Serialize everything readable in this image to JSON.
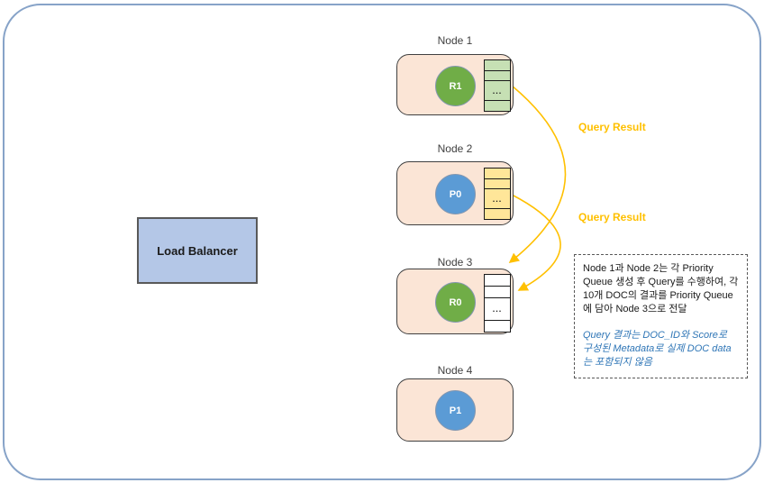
{
  "canvas": {
    "frame_border_color": "#87a3c8"
  },
  "load_balancer": {
    "label": "Load Balancer",
    "fill": "#b4c7e7"
  },
  "nodes": [
    {
      "title": "Node 1",
      "circle_label": "R1",
      "circle_color": "#70ad47",
      "queue_color": "#c6e0b4",
      "queue_dots": "...",
      "has_queue": true
    },
    {
      "title": "Node 2",
      "circle_label": "P0",
      "circle_color": "#5b9bd5",
      "queue_color": "#ffe699",
      "queue_dots": "...",
      "has_queue": true
    },
    {
      "title": "Node 3",
      "circle_label": "R0",
      "circle_color": "#70ad47",
      "queue_color": "#ffffff",
      "queue_dots": "...",
      "has_queue": true
    },
    {
      "title": "Node 4",
      "circle_label": "P1",
      "circle_color": "#5b9bd5",
      "has_queue": false
    }
  ],
  "arrows": {
    "color": "#ffc000",
    "labels": [
      "Query Result",
      "Query Result"
    ]
  },
  "note": {
    "black_text": "Node 1과 Node 2는 각 Priority Queue 생성 후 Query를 수행하여, 각 10개 DOC의 결과를 Priority Queue에 담아 Node 3으로 전달",
    "blue_text": "Query 결과는 DOC_ID와 Score로 구성된 Metadata로 실제 DOC data는 포함되지 않음",
    "blue_color": "#2e75b6"
  }
}
